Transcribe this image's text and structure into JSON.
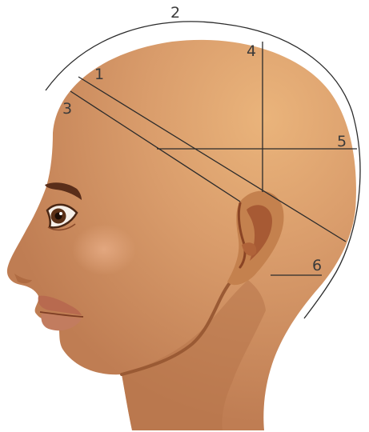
{
  "diagram": {
    "labels": [
      "1",
      "2",
      "3",
      "4",
      "5",
      "6"
    ]
  },
  "colors": {
    "skin": "#d49466",
    "skin_highlight": "#e8b27a",
    "skin_shadow": "#b16c43",
    "ear_inner": "#a75a34",
    "lips": "#b86a4f",
    "brow": "#5a2e1a",
    "iris": "#5b3016",
    "line": "#2b2b2b",
    "label": "#3a3a3a"
  }
}
